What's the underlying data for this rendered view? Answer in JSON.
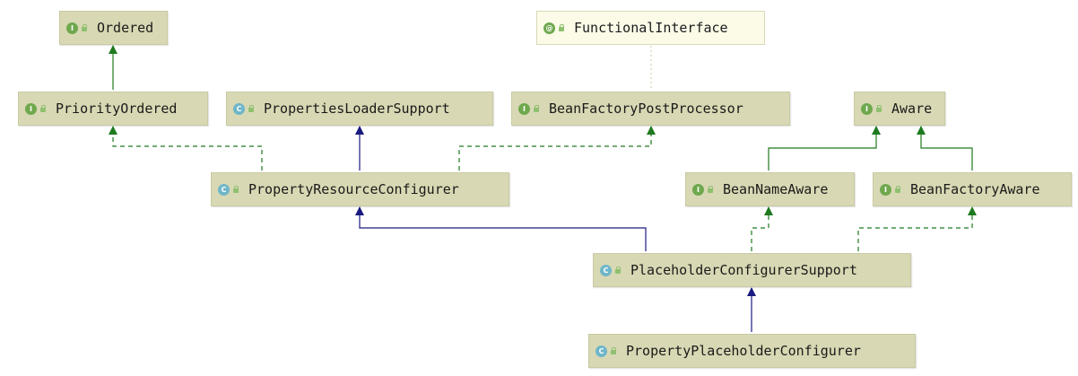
{
  "nodes": {
    "ordered": {
      "label": "Ordered",
      "kind": "interface"
    },
    "functional_interface": {
      "label": "FunctionalInterface",
      "kind": "annotation"
    },
    "priority_ordered": {
      "label": "PriorityOrdered",
      "kind": "interface"
    },
    "properties_loader_support": {
      "label": "PropertiesLoaderSupport",
      "kind": "class"
    },
    "bean_factory_post_processor": {
      "label": "BeanFactoryPostProcessor",
      "kind": "interface"
    },
    "aware": {
      "label": "Aware",
      "kind": "interface"
    },
    "property_resource_configurer": {
      "label": "PropertyResourceConfigurer",
      "kind": "class"
    },
    "bean_name_aware": {
      "label": "BeanNameAware",
      "kind": "interface"
    },
    "bean_factory_aware": {
      "label": "BeanFactoryAware",
      "kind": "interface"
    },
    "placeholder_configurer_support": {
      "label": "PlaceholderConfigurerSupport",
      "kind": "class"
    },
    "property_placeholder_configurer": {
      "label": "PropertyPlaceholderConfigurer",
      "kind": "class"
    }
  },
  "badges": {
    "interface": "I",
    "class": "C",
    "annotation": "@"
  },
  "colors": {
    "extends_edge": "#1a1a80",
    "implements_edge": "#1e7a1e",
    "annotation_edge": "#c8c8a0",
    "node_fill": "#d8d8b4"
  },
  "edges": [
    {
      "from": "priority_ordered",
      "to": "ordered",
      "type": "extends-interface"
    },
    {
      "from": "bean_name_aware",
      "to": "aware",
      "type": "extends-interface"
    },
    {
      "from": "bean_factory_aware",
      "to": "aware",
      "type": "extends-interface"
    },
    {
      "from": "property_resource_configurer",
      "to": "properties_loader_support",
      "type": "extends"
    },
    {
      "from": "placeholder_configurer_support",
      "to": "property_resource_configurer",
      "type": "extends"
    },
    {
      "from": "property_placeholder_configurer",
      "to": "placeholder_configurer_support",
      "type": "extends"
    },
    {
      "from": "property_resource_configurer",
      "to": "priority_ordered",
      "type": "implements"
    },
    {
      "from": "property_resource_configurer",
      "to": "bean_factory_post_processor",
      "type": "implements"
    },
    {
      "from": "placeholder_configurer_support",
      "to": "bean_name_aware",
      "type": "implements"
    },
    {
      "from": "placeholder_configurer_support",
      "to": "bean_factory_aware",
      "type": "implements"
    },
    {
      "from": "functional_interface",
      "to": "bean_factory_post_processor",
      "type": "annotates"
    }
  ]
}
